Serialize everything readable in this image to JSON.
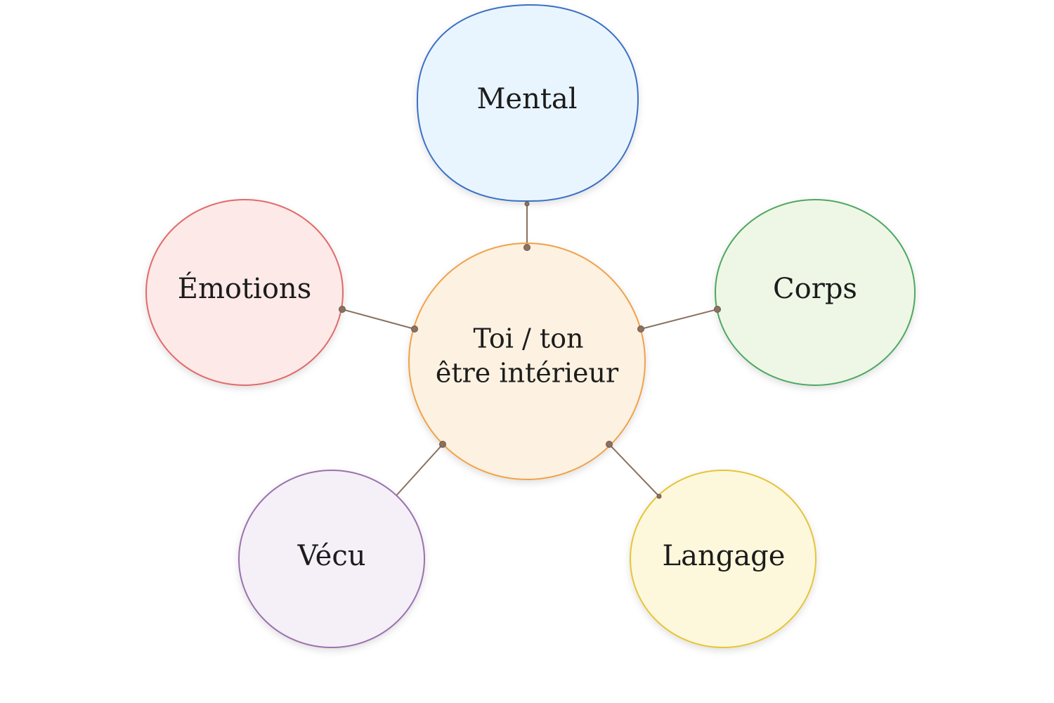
{
  "diagram": {
    "center": {
      "line1": "Toi / ton",
      "line2": "être intérieur",
      "fill": "#fdf1e1",
      "stroke": "#f0a24a"
    },
    "nodes": [
      {
        "key": "mental",
        "label": "Mental",
        "fill": "#e9f5fe",
        "stroke": "#3b6fc4"
      },
      {
        "key": "corps",
        "label": "Corps",
        "fill": "#eef7e6",
        "stroke": "#4ea860"
      },
      {
        "key": "langage",
        "label": "Langage",
        "fill": "#fdf8dc",
        "stroke": "#e6c438"
      },
      {
        "key": "vecu",
        "label": "Vécu",
        "fill": "#f5eff8",
        "stroke": "#9a72ad"
      },
      {
        "key": "emotions",
        "label": "Émotions",
        "fill": "#fde9e7",
        "stroke": "#e06a6a"
      }
    ]
  }
}
